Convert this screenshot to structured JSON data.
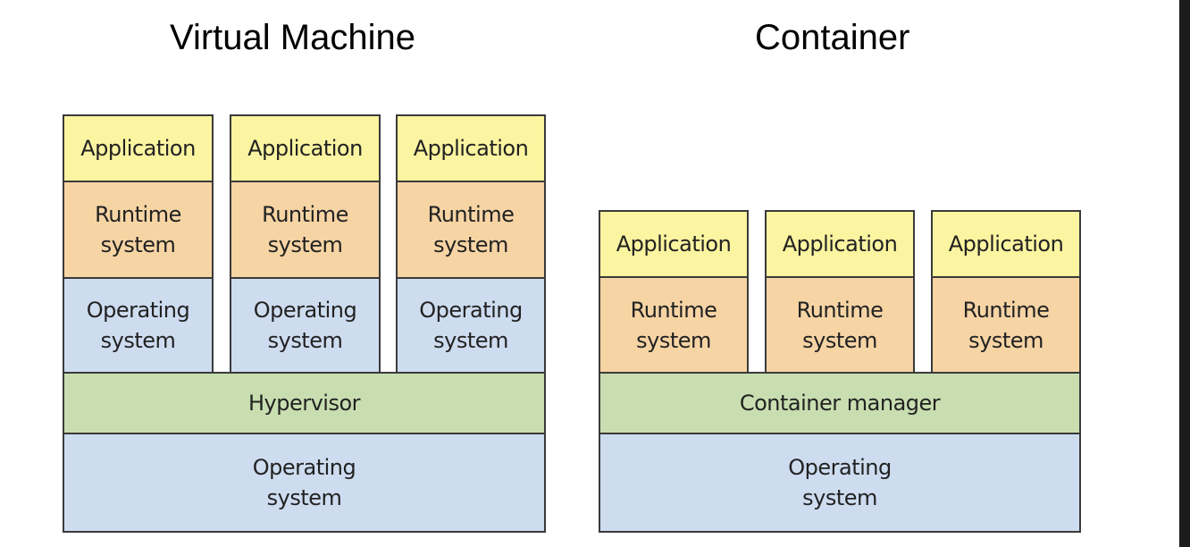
{
  "titles": {
    "vm": "Virtual Machine",
    "container": "Container"
  },
  "vm": {
    "stacks": [
      {
        "app": "Application",
        "runtime": "Runtime\nsystem",
        "os": "Operating\nsystem"
      },
      {
        "app": "Application",
        "runtime": "Runtime\nsystem",
        "os": "Operating\nsystem"
      },
      {
        "app": "Application",
        "runtime": "Runtime\nsystem",
        "os": "Operating\nsystem"
      }
    ],
    "hypervisor": "Hypervisor",
    "host_os": "Operating\nsystem"
  },
  "container": {
    "stacks": [
      {
        "app": "Application",
        "runtime": "Runtime\nsystem"
      },
      {
        "app": "Application",
        "runtime": "Runtime\nsystem"
      },
      {
        "app": "Application",
        "runtime": "Runtime\nsystem"
      }
    ],
    "manager": "Container manager",
    "host_os": "Operating\nsystem"
  },
  "colors": {
    "application": "#fbf4a0",
    "runtime": "#f6d4a4",
    "operating_system": "#cedcf0",
    "middle_layer": "#c8deb0"
  }
}
